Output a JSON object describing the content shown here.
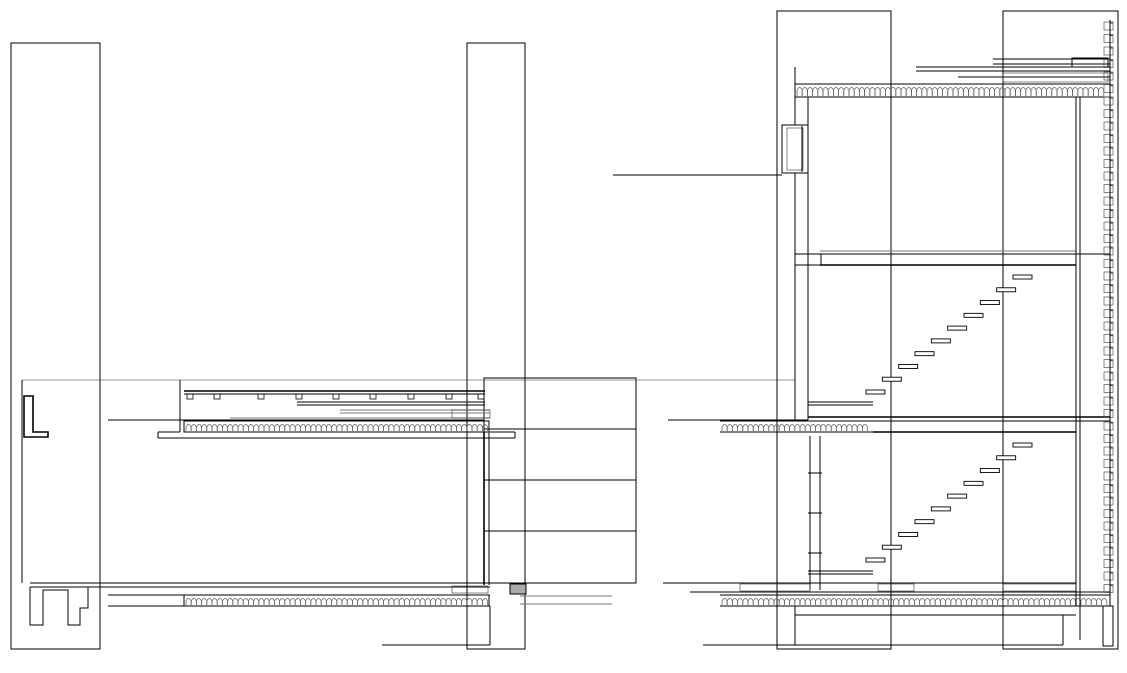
{
  "drawing": {
    "type": "architectural-section",
    "colors": {
      "background": "#ffffff",
      "line": "#000000",
      "hatch": "#666666",
      "cladding": "#555555"
    },
    "sections": [
      {
        "name": "left-section",
        "floors": 1,
        "stairs": 0
      },
      {
        "name": "right-section",
        "floors": 2,
        "stairs": 2,
        "steps_per_stair": 10
      }
    ]
  }
}
